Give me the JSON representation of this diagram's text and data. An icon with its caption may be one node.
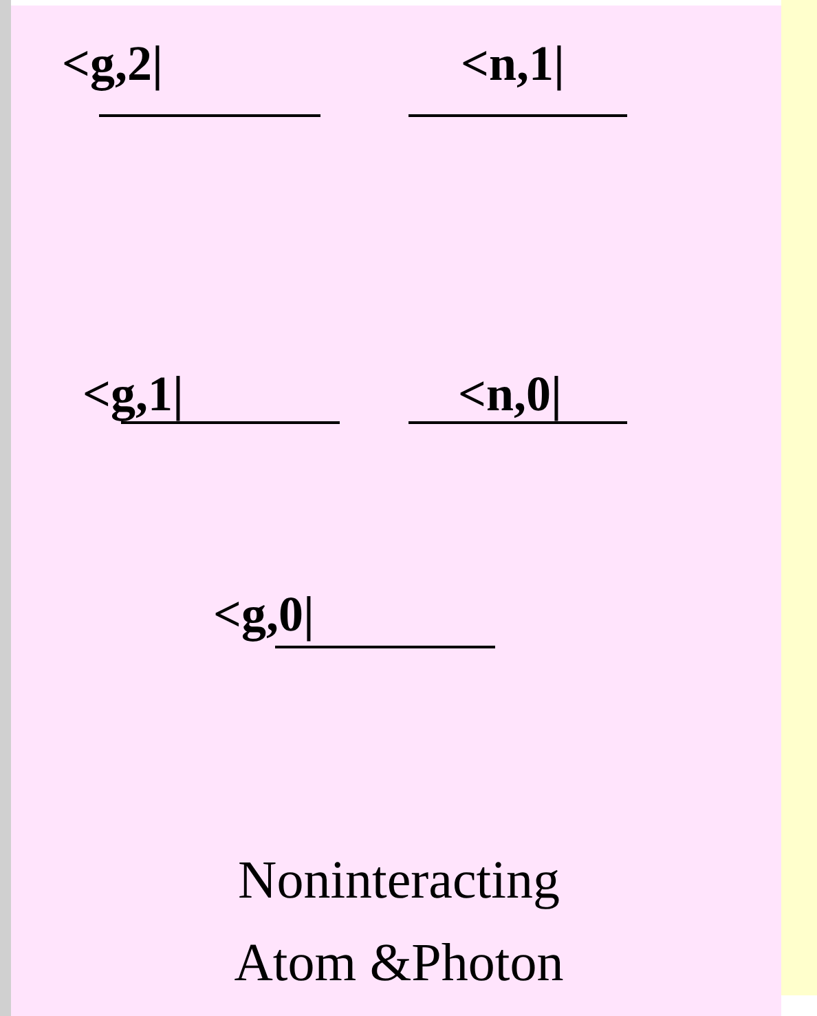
{
  "diagram": {
    "labels": [
      "<g,2|",
      "<n,1|",
      "<g,1|",
      "<n,0|",
      "<g,0|",
      "Noninteracting Atom &Photon"
    ]
  }
}
